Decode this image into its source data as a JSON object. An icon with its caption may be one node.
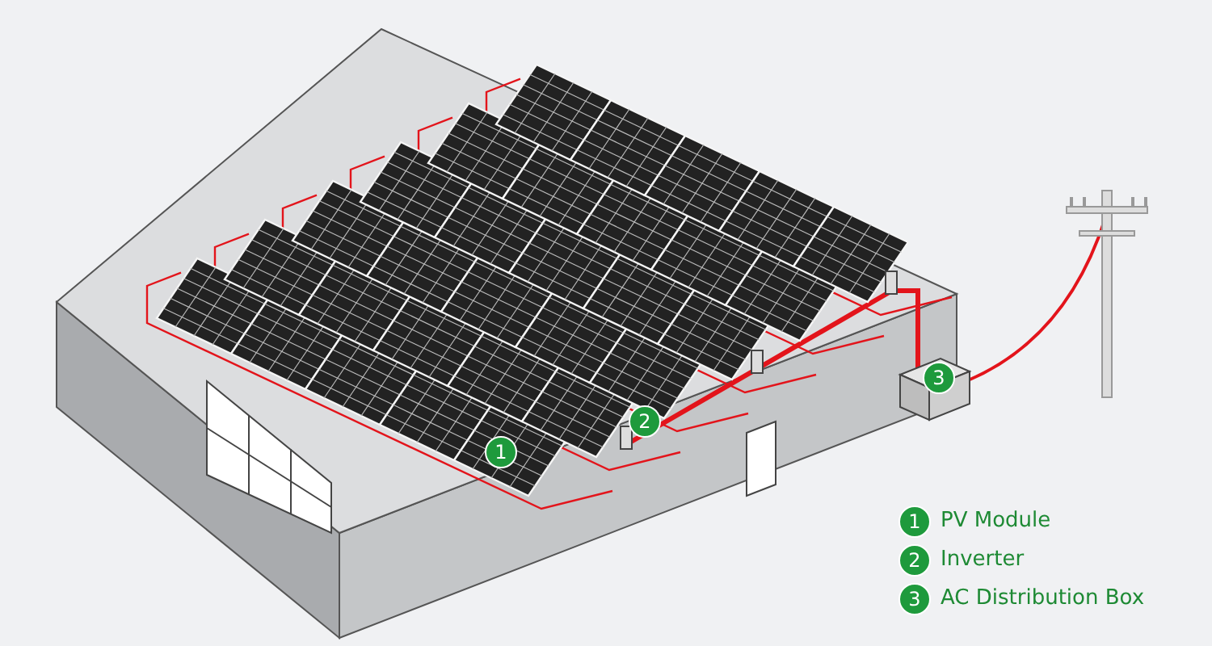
{
  "diagram": {
    "labels": [
      "1",
      "2",
      "3",
      "1",
      "2",
      "3"
    ],
    "legend": [
      {
        "text": "PV Module"
      },
      {
        "text": "Inverter"
      },
      {
        "text": "AC Distribution Box"
      }
    ]
  }
}
